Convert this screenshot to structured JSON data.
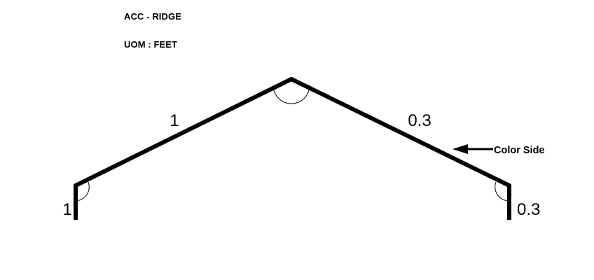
{
  "header": {
    "title": "ACC - RIDGE",
    "uom": "UOM : FEET"
  },
  "dimensions": {
    "left_leg": "1",
    "left_slope": "1",
    "right_slope": "0.3",
    "right_leg": "0.3"
  },
  "annotation": {
    "color_side": "Color Side"
  },
  "colors": {
    "stroke": "#000000",
    "background": "#ffffff"
  }
}
